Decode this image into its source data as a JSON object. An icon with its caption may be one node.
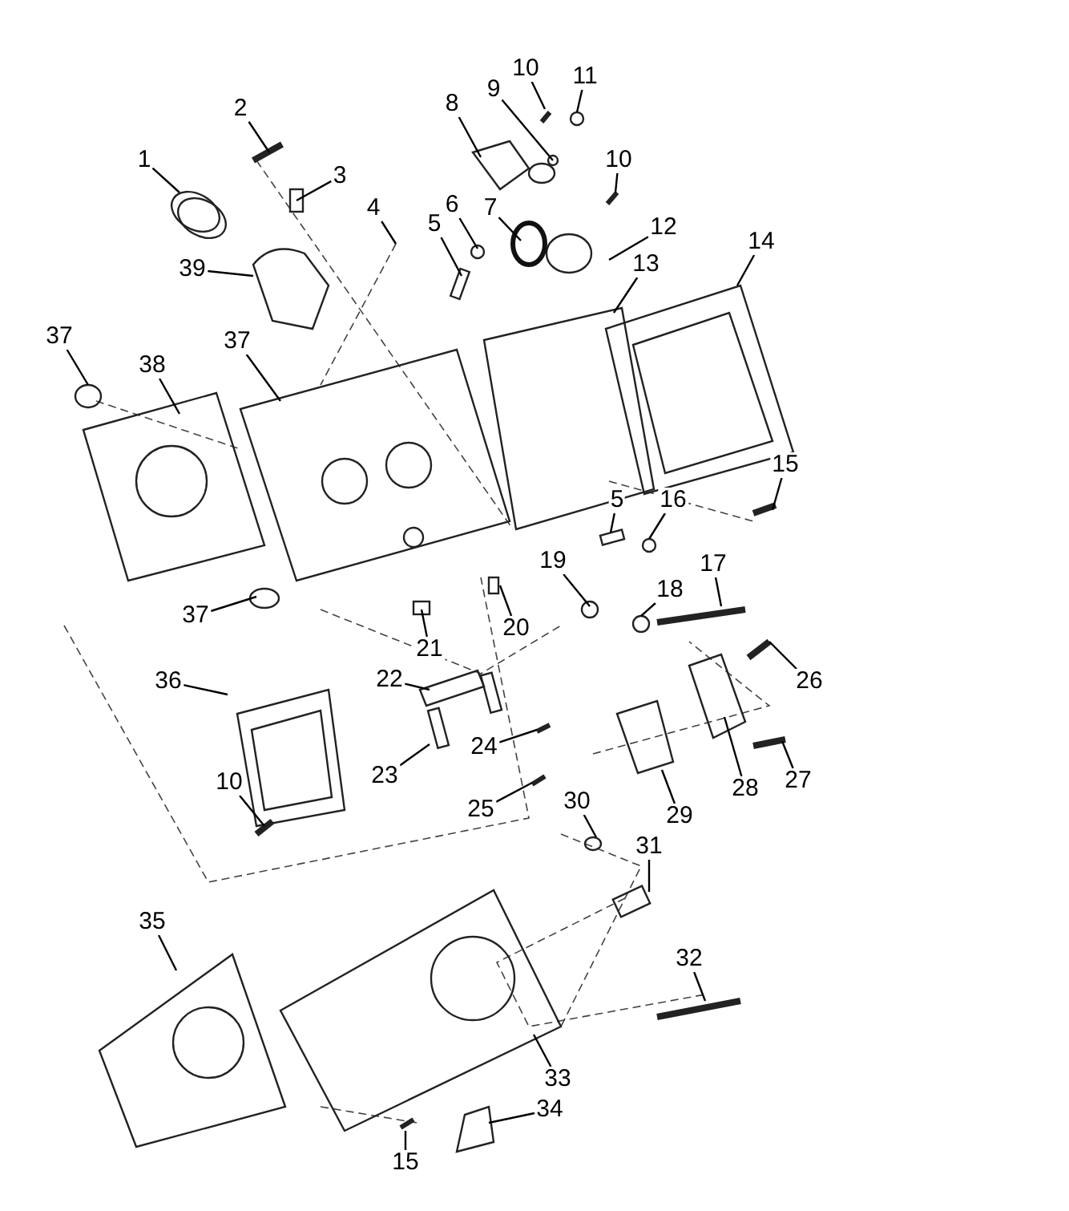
{
  "diagram": {
    "nodes": [
      {
        "text": [
          "10"
        ]
      },
      {
        "text": [
          "11"
        ]
      },
      {
        "text": [
          "9"
        ]
      },
      {
        "text": [
          "8"
        ]
      },
      {
        "text": [
          "2"
        ]
      },
      {
        "text": [
          "10"
        ]
      },
      {
        "text": [
          "1"
        ]
      },
      {
        "text": [
          "3"
        ]
      },
      {
        "text": [
          "6"
        ]
      },
      {
        "text": [
          "4"
        ]
      },
      {
        "text": [
          "7"
        ]
      },
      {
        "text": [
          "12"
        ]
      },
      {
        "text": [
          "5"
        ]
      },
      {
        "text": [
          "14"
        ]
      },
      {
        "text": [
          "13"
        ]
      },
      {
        "text": [
          "39"
        ]
      },
      {
        "text": [
          "37"
        ]
      },
      {
        "text": [
          "37"
        ]
      },
      {
        "text": [
          "38"
        ]
      },
      {
        "text": [
          "15"
        ]
      },
      {
        "text": [
          "5"
        ]
      },
      {
        "text": [
          "16"
        ]
      },
      {
        "text": [
          "18"
        ]
      },
      {
        "text": [
          "19"
        ]
      },
      {
        "text": [
          "17"
        ]
      },
      {
        "text": [
          "37"
        ]
      },
      {
        "text": [
          "20"
        ]
      },
      {
        "text": [
          "21"
        ]
      },
      {
        "text": [
          "22"
        ]
      },
      {
        "text": [
          "36"
        ]
      },
      {
        "text": [
          "26"
        ]
      },
      {
        "text": [
          "24"
        ]
      },
      {
        "text": [
          "23"
        ]
      },
      {
        "text": [
          "27"
        ]
      },
      {
        "text": [
          "10"
        ]
      },
      {
        "text": [
          "28"
        ]
      },
      {
        "text": [
          "25"
        ]
      },
      {
        "text": [
          "30"
        ]
      },
      {
        "text": [
          "29"
        ]
      },
      {
        "text": [
          "31"
        ]
      },
      {
        "text": [
          "35"
        ]
      },
      {
        "text": [
          "32"
        ]
      },
      {
        "text": [
          "33"
        ]
      },
      {
        "text": [
          "34"
        ]
      },
      {
        "text": [
          "15"
        ]
      }
    ],
    "edges": [
      {
        "from": 0,
        "to": null,
        "arrow": "none"
      },
      {
        "from": 1,
        "to": null,
        "arrow": "none"
      },
      {
        "from": 2,
        "to": null,
        "arrow": "none"
      },
      {
        "from": 3,
        "to": null,
        "arrow": "none"
      },
      {
        "from": 4,
        "to": null,
        "arrow": "none"
      },
      {
        "from": 5,
        "to": null,
        "arrow": "none"
      },
      {
        "from": 6,
        "to": null,
        "arrow": "none"
      },
      {
        "from": 7,
        "to": null,
        "arrow": "none"
      },
      {
        "from": 8,
        "to": null,
        "arrow": "none"
      },
      {
        "from": 9,
        "to": null,
        "arrow": "none"
      },
      {
        "from": 10,
        "to": null,
        "arrow": "none"
      },
      {
        "from": 11,
        "to": null,
        "arrow": "none"
      },
      {
        "from": 12,
        "to": null,
        "arrow": "none"
      },
      {
        "from": 13,
        "to": null,
        "arrow": "none"
      },
      {
        "from": 14,
        "to": null,
        "arrow": "none"
      },
      {
        "from": 15,
        "to": null,
        "arrow": "none"
      },
      {
        "from": 16,
        "to": null,
        "arrow": "none"
      },
      {
        "from": 17,
        "to": null,
        "arrow": "none"
      },
      {
        "from": 18,
        "to": null,
        "arrow": "none"
      },
      {
        "from": 19,
        "to": null,
        "arrow": "none"
      },
      {
        "from": 20,
        "to": null,
        "arrow": "none"
      },
      {
        "from": 21,
        "to": null,
        "arrow": "none"
      },
      {
        "from": 22,
        "to": null,
        "arrow": "none"
      },
      {
        "from": 23,
        "to": null,
        "arrow": "none"
      },
      {
        "from": 24,
        "to": null,
        "arrow": "none"
      },
      {
        "from": 25,
        "to": null,
        "arrow": "none"
      },
      {
        "from": 26,
        "to": null,
        "arrow": "none"
      },
      {
        "from": 27,
        "to": null,
        "arrow": "none"
      },
      {
        "from": 28,
        "to": null,
        "arrow": "none"
      },
      {
        "from": 29,
        "to": null,
        "arrow": "none"
      },
      {
        "from": 30,
        "to": null,
        "arrow": "none"
      },
      {
        "from": 31,
        "to": null,
        "arrow": "none"
      },
      {
        "from": 32,
        "to": null,
        "arrow": "none"
      },
      {
        "from": 33,
        "to": null,
        "arrow": "none"
      },
      {
        "from": 34,
        "to": null,
        "arrow": "none"
      },
      {
        "from": 35,
        "to": null,
        "arrow": "none"
      },
      {
        "from": 36,
        "to": null,
        "arrow": "none"
      },
      {
        "from": 37,
        "to": null,
        "arrow": "none"
      },
      {
        "from": 38,
        "to": null,
        "arrow": "none"
      },
      {
        "from": 39,
        "to": null,
        "arrow": "none"
      },
      {
        "from": 40,
        "to": null,
        "arrow": "none"
      },
      {
        "from": 41,
        "to": null,
        "arrow": "none"
      },
      {
        "from": 42,
        "to": null,
        "arrow": "none"
      },
      {
        "from": 43,
        "to": null,
        "arrow": "none"
      },
      {
        "from": 44,
        "to": null,
        "arrow": "none"
      }
    ]
  }
}
